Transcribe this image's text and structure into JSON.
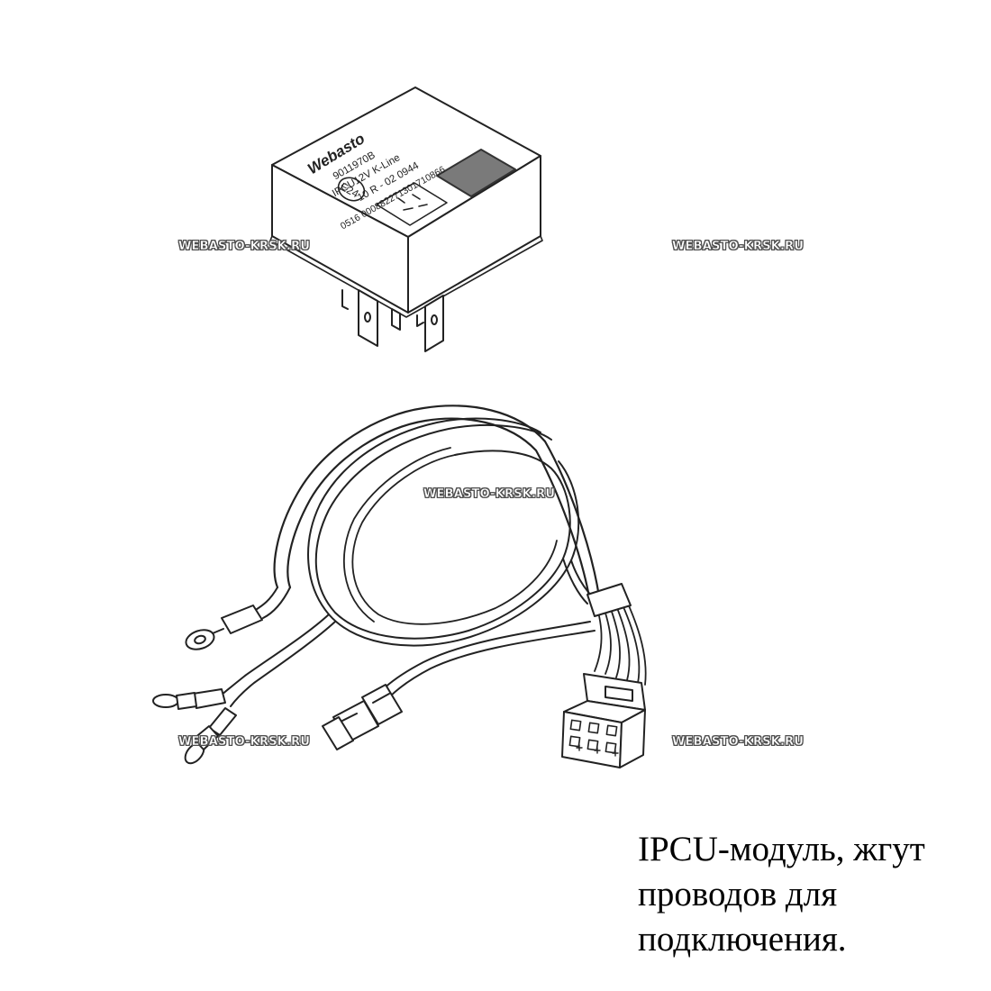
{
  "module": {
    "brand": "Webasto",
    "part_number": "9011970B",
    "model": "IPCU12V K-Line",
    "approval_mark": "E24",
    "approval_number": "10 R - 02 0944",
    "serial": "0516 000882271301710866"
  },
  "watermark": {
    "text": "WEBASTO-KRSK.RU"
  },
  "caption": {
    "line1": "IPCU-модуль, жгут",
    "line2": "проводов для",
    "line3": "подключения."
  }
}
